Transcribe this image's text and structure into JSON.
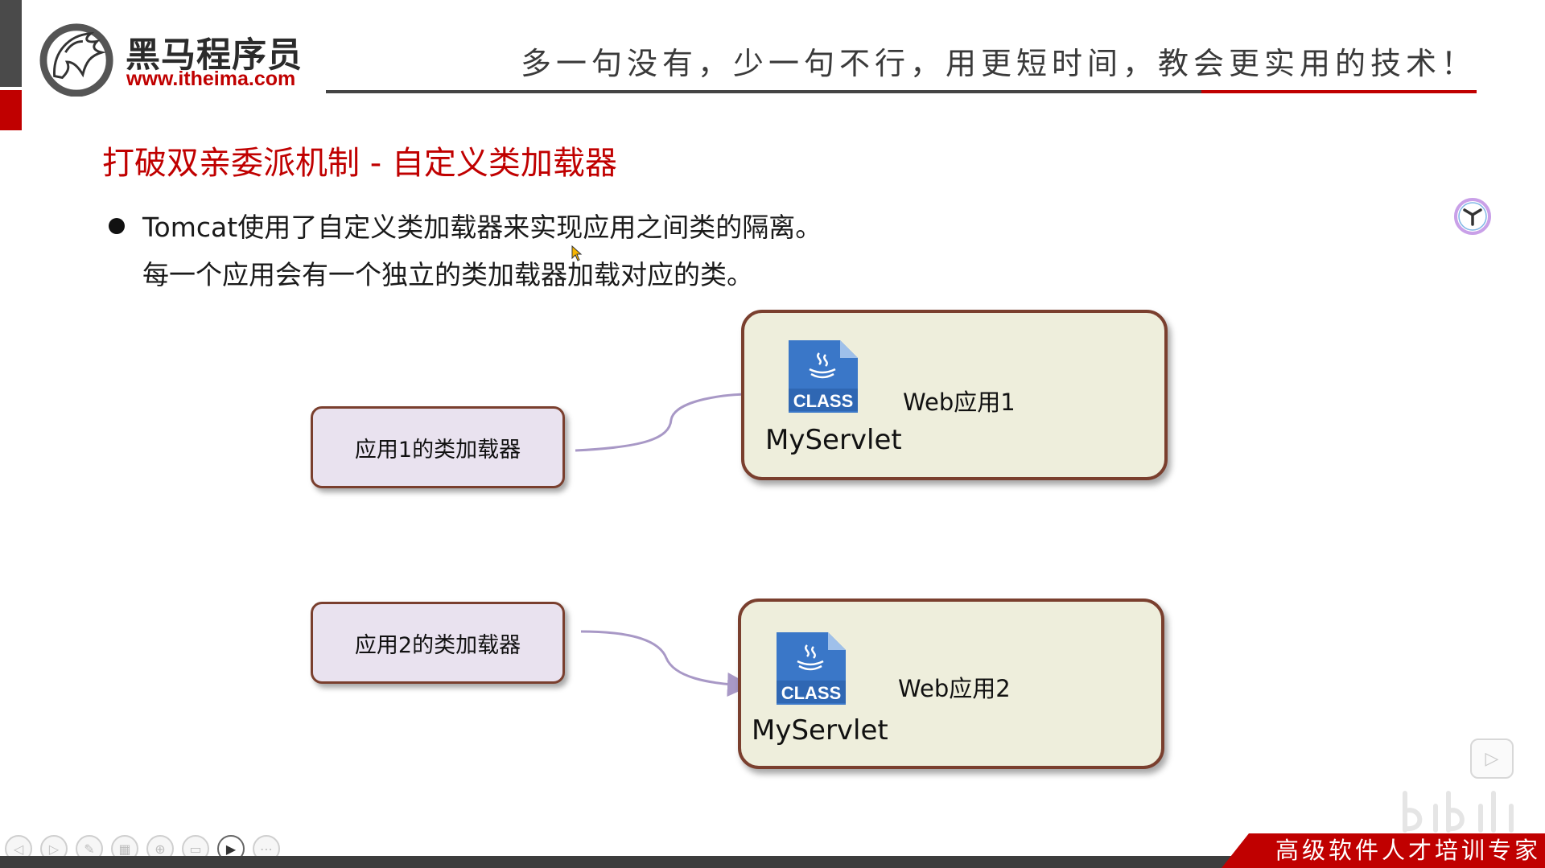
{
  "header": {
    "brand_name": "黑马程序员",
    "brand_url": "www.itheima.com",
    "slogan": "多一句没有，少一句不行，用更短时间，教会更实用的技术！"
  },
  "slide": {
    "title": "打破双亲委派机制 - 自定义类加载器",
    "bullet_line1": "Tomcat使用了自定义类加载器来实现应用之间类的隔离。",
    "bullet_line2": "每一个应用会有一个独立的类加载器加载对应的类。"
  },
  "diagram": {
    "loaders": [
      {
        "label": "应用1的类加载器"
      },
      {
        "label": "应用2的类加载器"
      }
    ],
    "apps": [
      {
        "app_label": "Web应用1",
        "class_badge": "CLASS",
        "servlet": "MyServlet"
      },
      {
        "app_label": "Web应用2",
        "class_badge": "CLASS",
        "servlet": "MyServlet"
      }
    ],
    "colors": {
      "loader_fill": "#e9e2ef",
      "app_fill": "#eeeedc",
      "border": "#7a3f2e",
      "connector": "#a898c6",
      "class_icon": "#3a77c8"
    }
  },
  "footer": {
    "banner": "高级软件人才培训专家",
    "toolbar_icons": [
      "prev-icon",
      "next-icon",
      "pen-icon",
      "layout-icon",
      "zoom-icon",
      "subtitle-icon",
      "camera-icon",
      "more-icon"
    ]
  },
  "colors": {
    "accent_red": "#c00000",
    "dark_gray": "#444444"
  }
}
